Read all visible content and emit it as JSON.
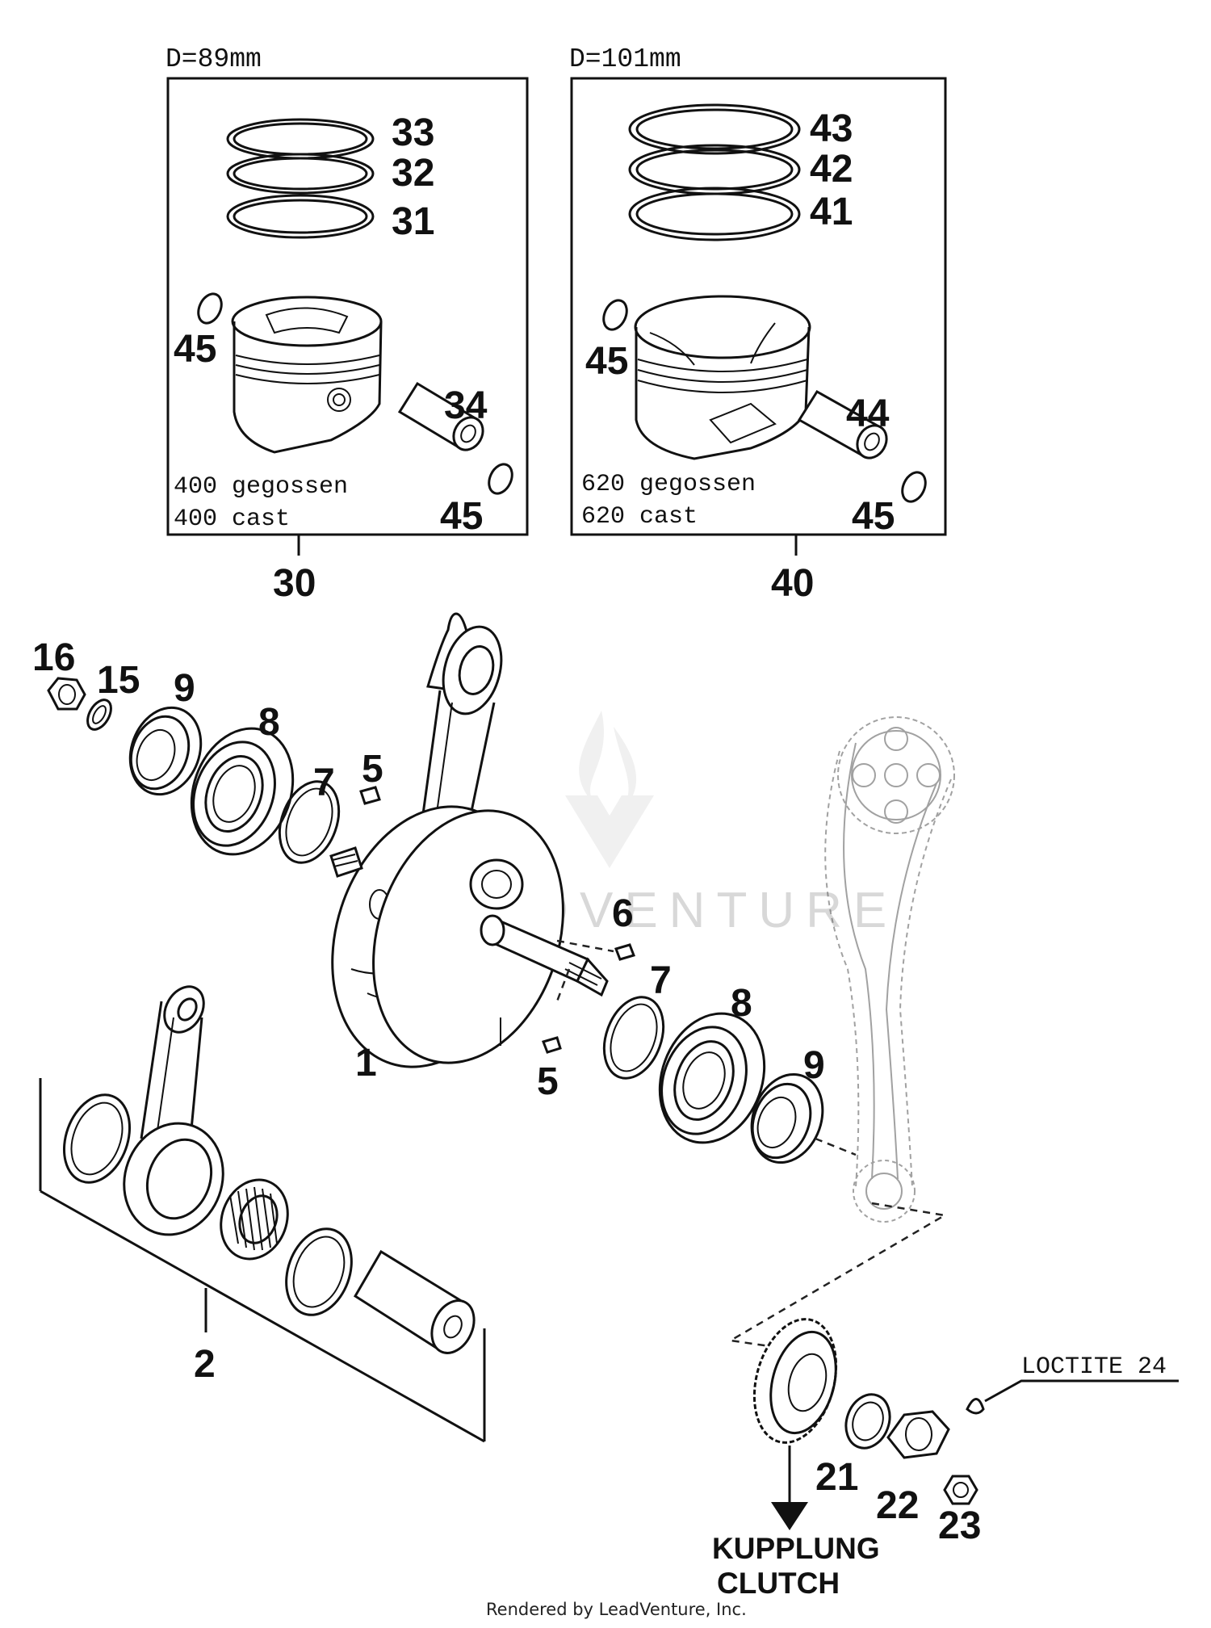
{
  "kit_89": {
    "header": "D=89mm",
    "line1": "400 gegossen",
    "line2": "400 cast",
    "callout_number": "30",
    "labels": {
      "ring_top": "33",
      "ring_mid": "32",
      "ring_bot": "31",
      "clip_left": "45",
      "pin": "34",
      "clip_right": "45"
    }
  },
  "kit_101": {
    "header": "D=101mm",
    "line1": "620 gegossen",
    "line2": "620 cast",
    "callout_number": "40",
    "labels": {
      "ring_top": "43",
      "ring_mid": "42",
      "ring_bot": "41",
      "clip_left": "45",
      "pin": "44",
      "clip_right": "45"
    }
  },
  "parts": {
    "nut_left": "16",
    "lock_washer_left": "15",
    "seal_left": "9",
    "bearing_left": "8",
    "shim_left": "7",
    "key_top": "5",
    "crankshaft": "1",
    "key_bottom": "5",
    "key_right": "6",
    "shim_right": "7",
    "bearing_right": "8",
    "seal_right": "9",
    "conrod_kit": "2",
    "washer": "21",
    "nut": "22",
    "cap_nut": "23"
  },
  "notes": {
    "loctite": "LOCTITE 24",
    "clutch_de": "KUPPLUNG",
    "clutch_en": "CLUTCH"
  },
  "watermark": "LEADVENTURE",
  "footer": "Rendered by LeadVenture, Inc."
}
